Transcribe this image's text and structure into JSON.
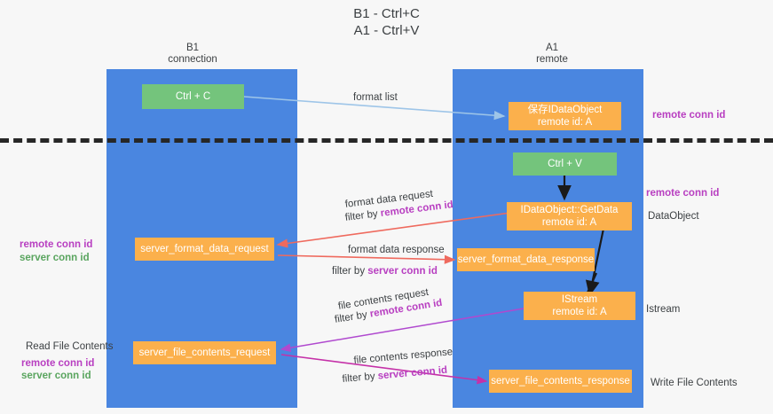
{
  "title": "B1 - Ctrl+C\nA1 - Ctrl+V",
  "columns": [
    {
      "name": "b1",
      "label": "B1\nconnection"
    },
    {
      "name": "a1",
      "label": "A1\nremote"
    }
  ],
  "colors": {
    "lane": "#4a86e0",
    "green_box": "#74c47c",
    "orange_box": "#fbb04c",
    "purple_text": "#b83fc1",
    "green_text": "#5aa55f",
    "divider": "#272727",
    "arrow_blue": "#9ec5e8",
    "arrow_red": "#ef6a5e",
    "arrow_magenta": "#c531a8",
    "arrow_purple": "#b049cf",
    "arrow_black": "#1a1a1a",
    "background": "#f7f7f7"
  },
  "boxes": {
    "ctrl_c": "Ctrl + C",
    "ctrl_v": "Ctrl + V",
    "idataobject_line1": "保存IDataObject",
    "idataobject_line2": "remote id: A",
    "getdata_line1": "IDataObject::GetData",
    "getdata_line2": "remote id: A",
    "istream_line1": "IStream",
    "istream_line2": "remote id: A",
    "server_format_data_request": "server_format_data_request",
    "server_format_data_response": "server_format_data_response",
    "server_file_contents_request": "server_file_contents_request",
    "server_file_contents_response": "server_file_contents_response"
  },
  "edge_labels": {
    "format_list": "format list",
    "format_data_request": "format data request",
    "format_data_request_filter_prefix": "filter by ",
    "format_data_request_filter_key": "remote conn id",
    "format_data_response": "format data response",
    "format_data_response_filter_prefix": "filter by ",
    "format_data_response_filter_key": "server conn id",
    "file_contents_request": "file contents request",
    "file_contents_request_filter_prefix": "filter by ",
    "file_contents_request_filter_key": "remote conn id",
    "file_contents_response": "file contents response",
    "file_contents_response_filter_prefix": "filter by ",
    "file_contents_response_filter_key": "server conn id"
  },
  "side_labels": {
    "right_remote_conn_id_top": "remote conn id",
    "right_remote_conn_id_mid": "remote conn id",
    "right_dataobject": "DataObject",
    "right_istream": "Istream",
    "right_write_file_contents": "Write File Contents",
    "left_remote_conn_id_mid": "remote conn id",
    "left_server_conn_id_mid": "server conn id",
    "left_read_file_contents": "Read File Contents",
    "left_remote_conn_id_bottom": "remote conn id",
    "left_server_conn_id_bottom": "server conn id"
  }
}
